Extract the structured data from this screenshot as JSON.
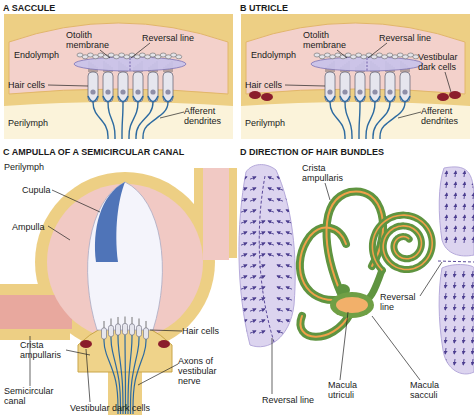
{
  "diagram": {
    "labels": [
      "A SACCULE",
      "Endolymph",
      "Otolith membrane",
      "Reversal line",
      "Hair cells",
      "Perilymph",
      "Afferent dendrites",
      "B UTRICLE",
      "Endolymph",
      "Otolith membrane",
      "Reversal line",
      "Vestibular dark cells",
      "Hair cells",
      "Perilymph",
      "Afferent dendrites",
      "C AMPULLA OF A SEMICIRCULAR CANAL",
      "Perilymph",
      "Cupula",
      "Ampulla",
      "Hair cells",
      "Semicircular canal",
      "Crista ampullaris",
      "Axons of vestibular nerve",
      "Vestibular dark cells",
      "D DIRECTION OF HAIR BUNDLES",
      "Crista ampullaris",
      "Reversal line",
      "Macula sacculi",
      "Macula utriculi",
      "Reversal line"
    ]
  }
}
